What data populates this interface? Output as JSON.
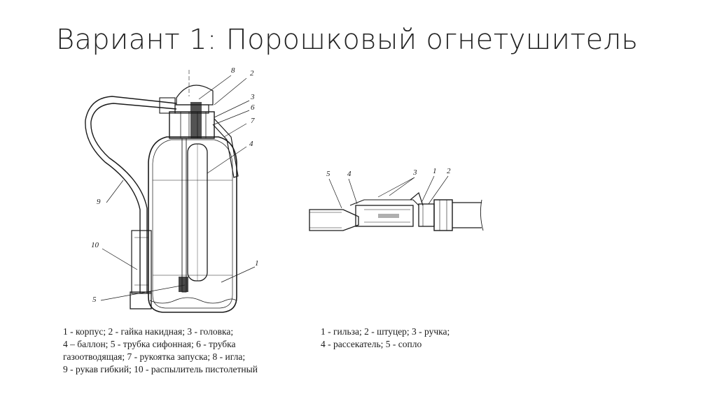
{
  "slide": {
    "title": "Вариант 1: Порошковый огнетушитель"
  },
  "figure_left": {
    "labels": [
      "8",
      "2",
      "3",
      "6",
      "7",
      "4",
      "9",
      "10",
      "1",
      "5"
    ],
    "caption_lines": [
      "1 - корпус; 2 - гайка накидная; 3 - головка;",
      "4 – баллон; 5 - трубка сифонная; 6 - трубка",
      "газоотводящая; 7 - рукоятка запуска; 8 - игла;",
      "9 - рукав гибкий; 10 - распылитель пистолетный"
    ]
  },
  "figure_right": {
    "labels": [
      "5",
      "4",
      "3",
      "1",
      "2"
    ],
    "caption_lines": [
      "1 - гильза; 2 - штуцер; 3 - ручка;",
      "4 - рассекатель; 5 - сопло"
    ]
  }
}
